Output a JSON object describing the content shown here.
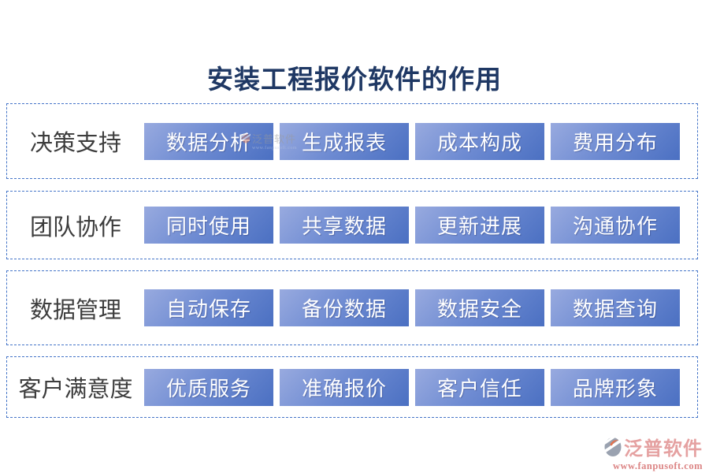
{
  "title": "安装工程报价软件的作用",
  "rows": [
    {
      "label": "决策支持",
      "items": [
        "数据分析",
        "生成报表",
        "成本构成",
        "费用分布"
      ]
    },
    {
      "label": "团队协作",
      "items": [
        "同时使用",
        "共享数据",
        "更新进展",
        "沟通协作"
      ]
    },
    {
      "label": "数据管理",
      "items": [
        "自动保存",
        "备份数据",
        "数据安全",
        "数据查询"
      ]
    },
    {
      "label": "客户满意度",
      "items": [
        "优质服务",
        "准确报价",
        "客户信任",
        "品牌形象"
      ]
    }
  ],
  "watermark": {
    "text": "泛普软件"
  },
  "brand": {
    "name": "泛普软件",
    "url": "www.fanpusoft.com"
  },
  "colors": {
    "title": "#1F3864",
    "dashed_border": "#4575C8",
    "button_gradient_start": "#98AADF",
    "button_gradient_end": "#4B70C2",
    "button_text": "#FFFFFF",
    "row_label": "#3D3D3D",
    "brand_name": "#E5A1A1",
    "brand_url": "#DC8585",
    "brand_icon_gray": "#9AA2B0",
    "brand_icon_accent": "#E2734F"
  }
}
